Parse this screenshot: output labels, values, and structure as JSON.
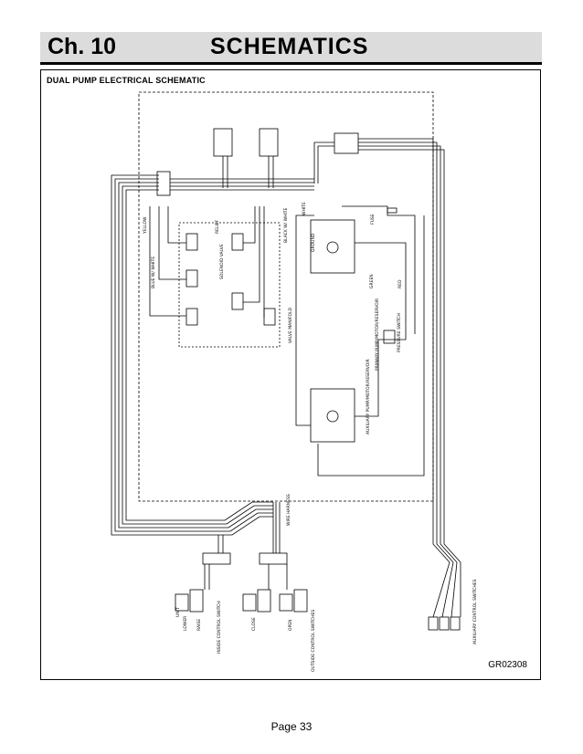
{
  "header": {
    "chapter": "Ch. 10",
    "title": "SCHEMATICS"
  },
  "diagram": {
    "title": "DUAL PUMP ELECTRICAL SCHEMATIC",
    "drawing_code": "GR02308",
    "labels": {
      "primary_unit": "PRIMARY PUMP/MOTOR/RESERVOIR",
      "auxiliary_unit": "AUXILIARY PUMP/MOTOR/RESERVOIR",
      "inside_switch": "INSIDE CONTROL SWITCH",
      "outside_switches": "OUTSIDE CONTROL SWITCHES",
      "aux_switches": "AUXILIARY CONTROL SWITCHES",
      "valve_manifold": "VALVE MANIFOLD",
      "blue_w_white": "BLUE W/ WHITE",
      "black_w_white": "BLACK W/ WHITE",
      "yellow": "YELLOW",
      "white": "WHITE",
      "green": "GREEN",
      "red": "RED",
      "ground": "GROUND",
      "fuse": "FUSE",
      "wire_harness": "WIRE HARNESS",
      "pressure_switch": "PRESSURE SWITCH",
      "solenoid_valve": "SOLENOID VALVE",
      "relief": "RELIEF",
      "lower": "LOWER",
      "raise": "RAISE",
      "close": "CLOSE",
      "open": "OPEN",
      "unit": "UNIT"
    }
  },
  "footer": {
    "page_label": "Page 33"
  }
}
